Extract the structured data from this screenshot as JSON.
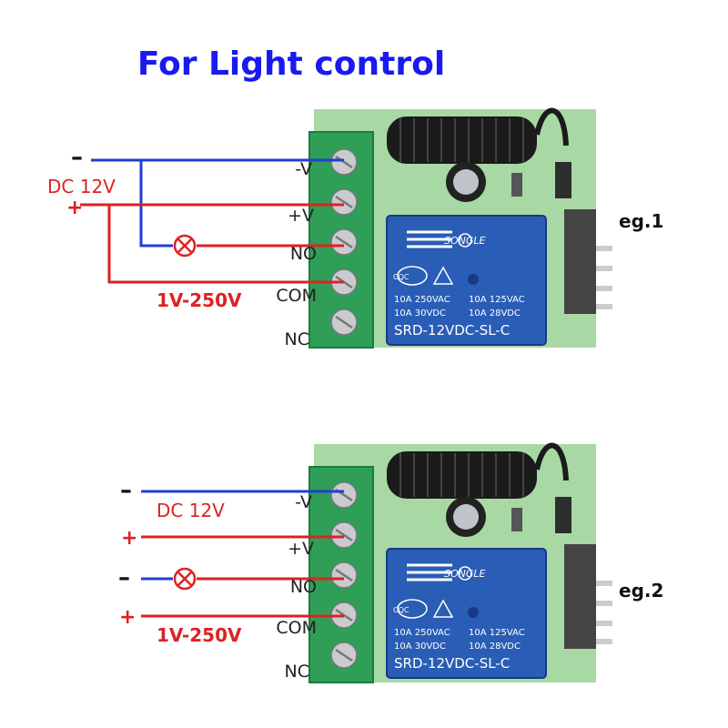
{
  "title": "For Light control",
  "terminals": [
    "-V",
    "+V",
    "NO",
    "COM",
    "NC"
  ],
  "relay": {
    "brand": "SONGLE",
    "cqc": "CQC",
    "rating_left_1": "10A 250VAC",
    "rating_right_1": "10A 125VAC",
    "rating_left_2": "10A  30VDC",
    "rating_right_2": "10A  28VDC",
    "model": "SRD-12VDC-SL-C"
  },
  "example1": {
    "label": "eg.1",
    "dc_label": "DC 12V",
    "minus": "–",
    "plus": "+",
    "load_voltage": "1V-250V"
  },
  "example2": {
    "label": "eg.2",
    "dc_label": "DC 12V",
    "minus_dc": "–",
    "plus_dc": "+",
    "minus_load": "–",
    "plus_load": "+",
    "load_voltage": "1V-250V"
  },
  "colors": {
    "title": "#1a1aee",
    "negative_wire": "#1f3fd0",
    "positive_wire": "#dd2222",
    "terminal_block": "#2f9e57",
    "relay_blue": "#2a5db5",
    "pcb_green": "#a8d9a4"
  }
}
